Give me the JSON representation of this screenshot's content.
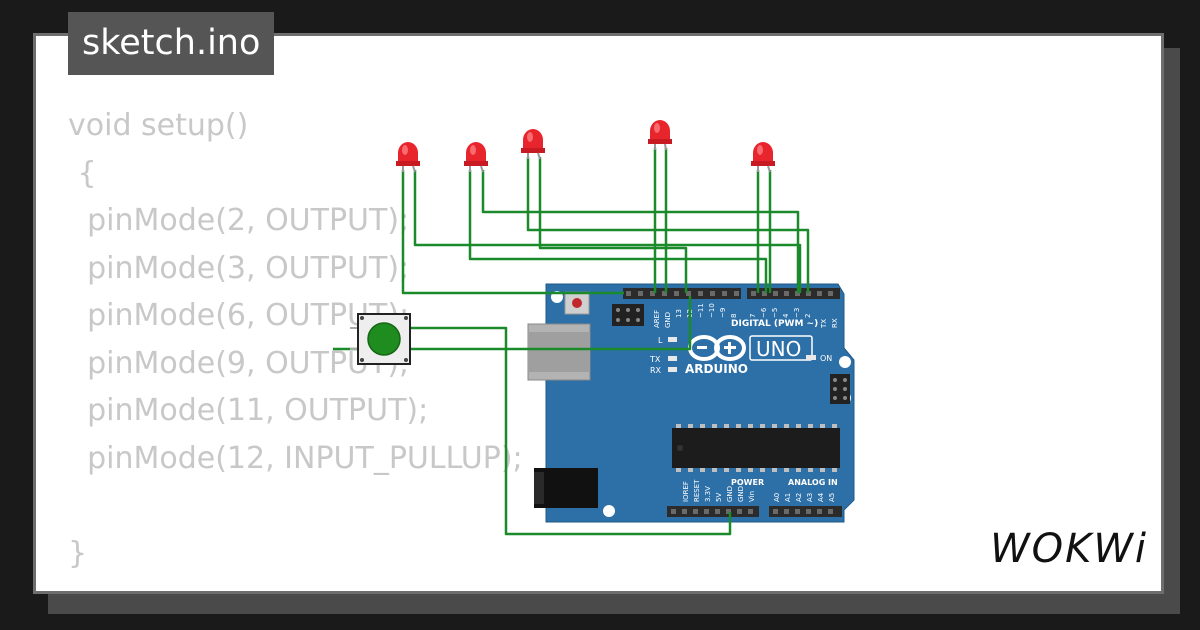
{
  "tab": {
    "filename": "sketch.ino"
  },
  "code_lines": [
    "void setup()",
    " {",
    "  pinMode(2, OUTPUT);",
    "  pinMode(3, OUTPUT);",
    "  pinMode(6, OUTPUT);",
    "  pinMode(9, OUTPUT);",
    "  pinMode(11, OUTPUT);",
    "  pinMode(12, INPUT_PULLUP);",
    "",
    "}"
  ],
  "board": {
    "labels": {
      "uno": "UNO",
      "arduino": "ARDUINO",
      "digital": "DIGITAL (PWM ~)",
      "power": "POWER",
      "analog": "ANALOG IN",
      "on": "ON",
      "tx": "TX",
      "rx": "RX",
      "l": "L",
      "aref": "AREF",
      "gnd": "GND",
      "tx_pin": "TX",
      "rx_pin": "RX"
    },
    "digital_pins": [
      "13",
      "12",
      "~11",
      "~10",
      "~9",
      "8",
      "7",
      "~6",
      "~5",
      "4",
      "~3",
      "2",
      "1",
      "0"
    ],
    "power_pins": [
      "IOREF",
      "RESET",
      "3.3V",
      "5V",
      "GND",
      "GND",
      "Vin"
    ],
    "analog_pins": [
      "A0",
      "A1",
      "A2",
      "A3",
      "A4",
      "A5"
    ]
  },
  "components": {
    "leds": [
      "led-1",
      "led-2",
      "led-3",
      "led-4",
      "led-5"
    ],
    "led_color": "#e8242c",
    "wire_color": "#1a8a2a",
    "board_color": "#2d6fa7",
    "button_color": "#1e8c1e"
  },
  "brand": {
    "name": "WOKWi"
  }
}
